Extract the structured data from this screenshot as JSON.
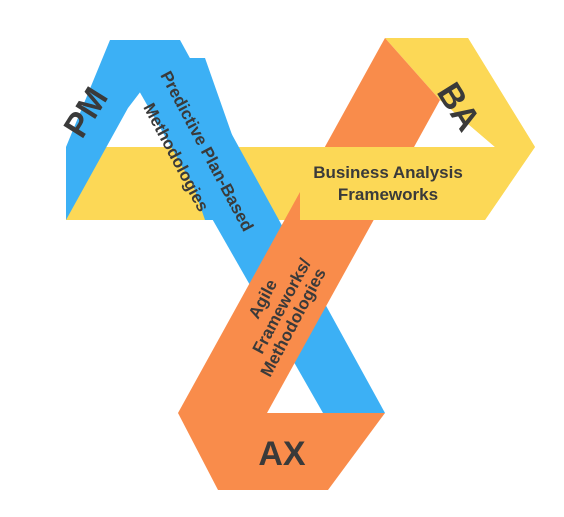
{
  "colors": {
    "pm": "#3cb0f5",
    "ba": "#fcd856",
    "ax": "#f98c4b",
    "text": "#3a3a3a"
  },
  "loops": {
    "pm": {
      "label": "PM"
    },
    "ba": {
      "label": "BA"
    },
    "ax": {
      "label": "AX"
    }
  },
  "bands": {
    "predictive": {
      "line1": "Predictive Plan-Based",
      "line2": "Methodologies"
    },
    "business_analysis": {
      "line1": "Business Analysis",
      "line2": "Frameworks"
    },
    "agile": {
      "line1": "Agile",
      "line2": "Frameworks/",
      "line3": "Methodologies"
    }
  }
}
